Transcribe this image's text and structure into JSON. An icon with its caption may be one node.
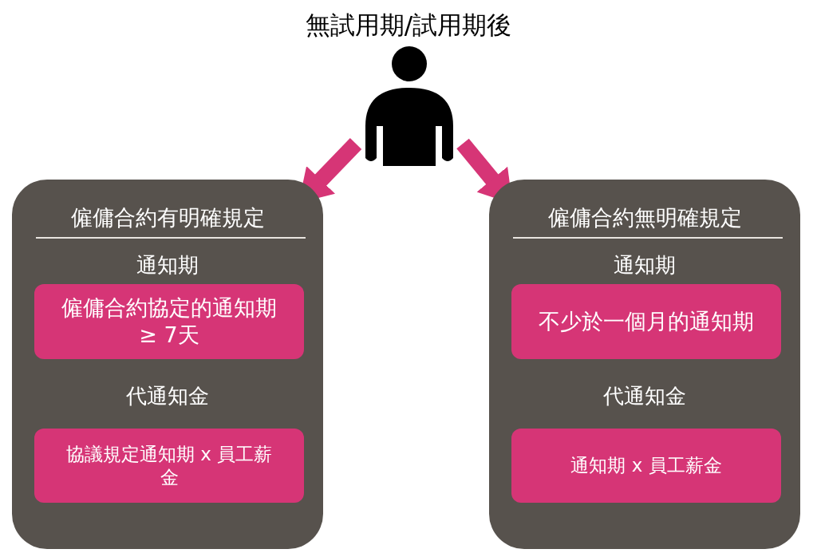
{
  "diagram": {
    "title": "無試用期/試用期後",
    "nodes": [
      {
        "text": [],
        "shape": "person"
      },
      {
        "text": [
          "僱傭合約有明確規定",
          "通知期",
          "代通知金"
        ]
      },
      {
        "text": [
          "僱傭合約協定的通知期 ≥ 7天"
        ],
        "in": 1
      },
      {
        "text": [
          "協議規定通知期 x 員工薪金"
        ],
        "in": 1
      },
      {
        "text": [
          "僱傭合約無明確規定",
          "通知期",
          "代通知金"
        ]
      },
      {
        "text": [
          "不少於一個月的通知期"
        ],
        "in": 4
      },
      {
        "text": [
          "通知期 x 員工薪金"
        ],
        "in": 4
      }
    ],
    "edges": [
      {
        "from": 0,
        "to": 1,
        "arrow": "to"
      },
      {
        "from": 0,
        "to": 4,
        "arrow": "to"
      }
    ]
  }
}
